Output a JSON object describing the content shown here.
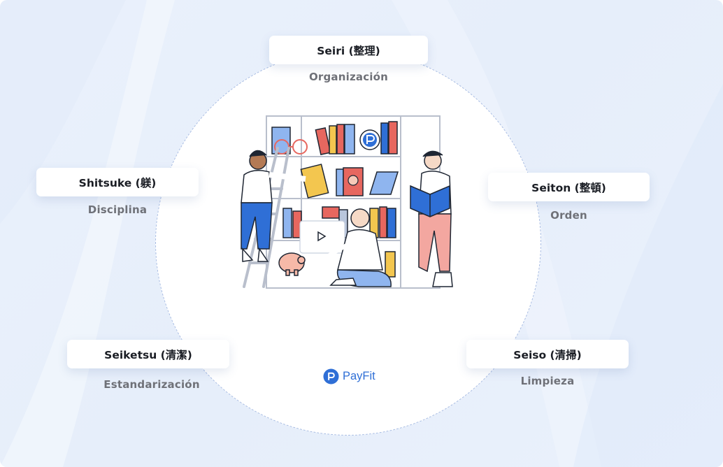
{
  "principles": [
    {
      "title": "Seiri (整理)",
      "subtitle": "Organización"
    },
    {
      "title": "Seiton (整頓)",
      "subtitle": "Orden"
    },
    {
      "title": "Seiso (清掃)",
      "subtitle": "Limpieza"
    },
    {
      "title": "Seiketsu (清潔)",
      "subtitle": "Estandarización"
    },
    {
      "title": "Shitsuke (躾)",
      "subtitle": "Disciplina"
    }
  ],
  "brand": {
    "name": "PayFit",
    "color": "#2f6fd6"
  },
  "colors": {
    "background": "#e8f0fc",
    "circle_fill": "#ffffff",
    "circle_border": "#a9bde3",
    "title_text": "#1a1d24",
    "subtitle_text": "#6f7178",
    "accent_blue": "#2f6fd6",
    "accent_red": "#e7675f",
    "accent_yellow": "#f3c64f"
  },
  "icons": {
    "brand_logo": "payfit-logo-icon",
    "play": "play-icon",
    "illustration": "bookshelf-team-illustration"
  }
}
